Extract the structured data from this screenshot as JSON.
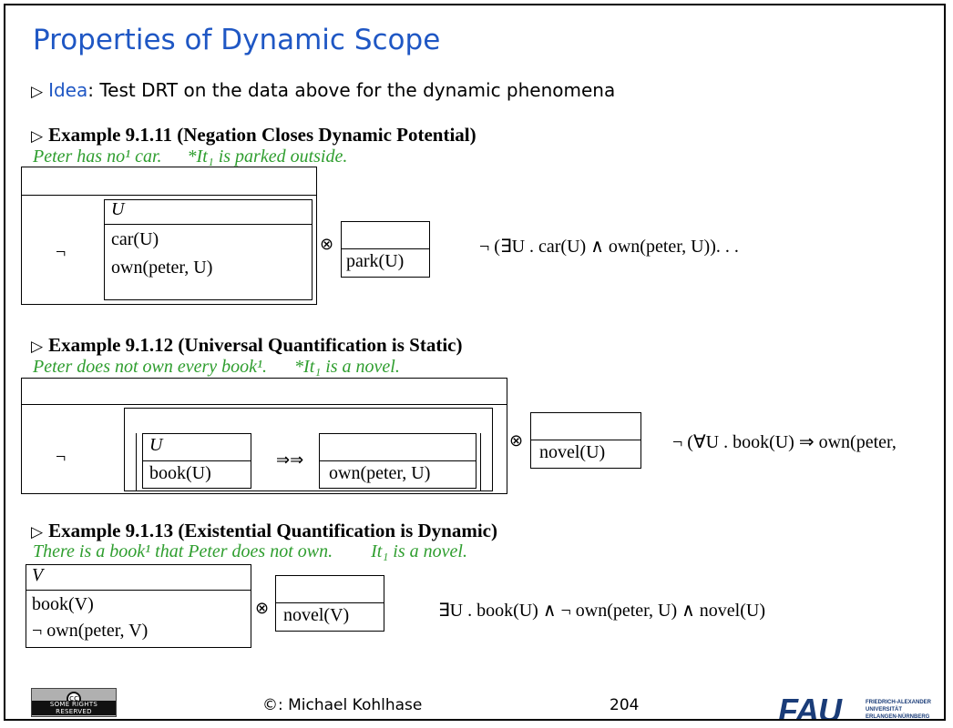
{
  "title": "Properties of Dynamic Scope",
  "intro": {
    "bullet": "▷",
    "idea_label": "Idea",
    "text": ": Test DRT on the data above for the dynamic phenomena"
  },
  "ex1": {
    "heading": "Example 9.1.11 (Negation Closes Dynamic Potential)",
    "sentence1": "Peter has no¹ car.",
    "sentence2": "*It₁ is parked outside.",
    "neg": "¬",
    "inner_ref": "U",
    "inner_cond1": "car(U)",
    "inner_cond2": "own(peter, U)",
    "merge": "⊗",
    "right_cond": "park(U)",
    "formula": "¬ (∃U . car(U) ∧ own(peter, U)). . ."
  },
  "ex2": {
    "heading": "Example 9.1.12 (Universal Quantification is Static)",
    "sentence1": "Peter does not own every book¹.",
    "sentence2": "*It₁ is a novel.",
    "neg": "¬",
    "left_ref": "U",
    "left_cond": "book(U)",
    "implication": "⇒⇒",
    "right_cond": "own(peter, U)",
    "merge": "⊗",
    "novel_cond": "novel(U)",
    "formula": "¬ (∀U . book(U) ⇒ own(peter,"
  },
  "ex3": {
    "heading": "Example 9.1.13 (Existential Quantification is Dynamic)",
    "sentence1": "There is a book¹ that Peter does not own.",
    "sentence2": "It₁ is a novel.",
    "ref": "V",
    "cond1": "book(V)",
    "cond2": "¬ own(peter, V)",
    "merge": "⊗",
    "novel_cond": "novel(V)",
    "formula": "∃U . book(U) ∧ ¬ own(peter, U) ∧ novel(U)"
  },
  "footer": {
    "license_label": "SOME RIGHTS RESERVED",
    "copyright": "©: Michael Kohlhase",
    "page": "204",
    "logo_mark": "FAU",
    "logo_line1": "FRIEDRICH-ALEXANDER",
    "logo_line2": "UNIVERSITÄT",
    "logo_line3": "ERLANGEN-NÜRNBERG"
  }
}
